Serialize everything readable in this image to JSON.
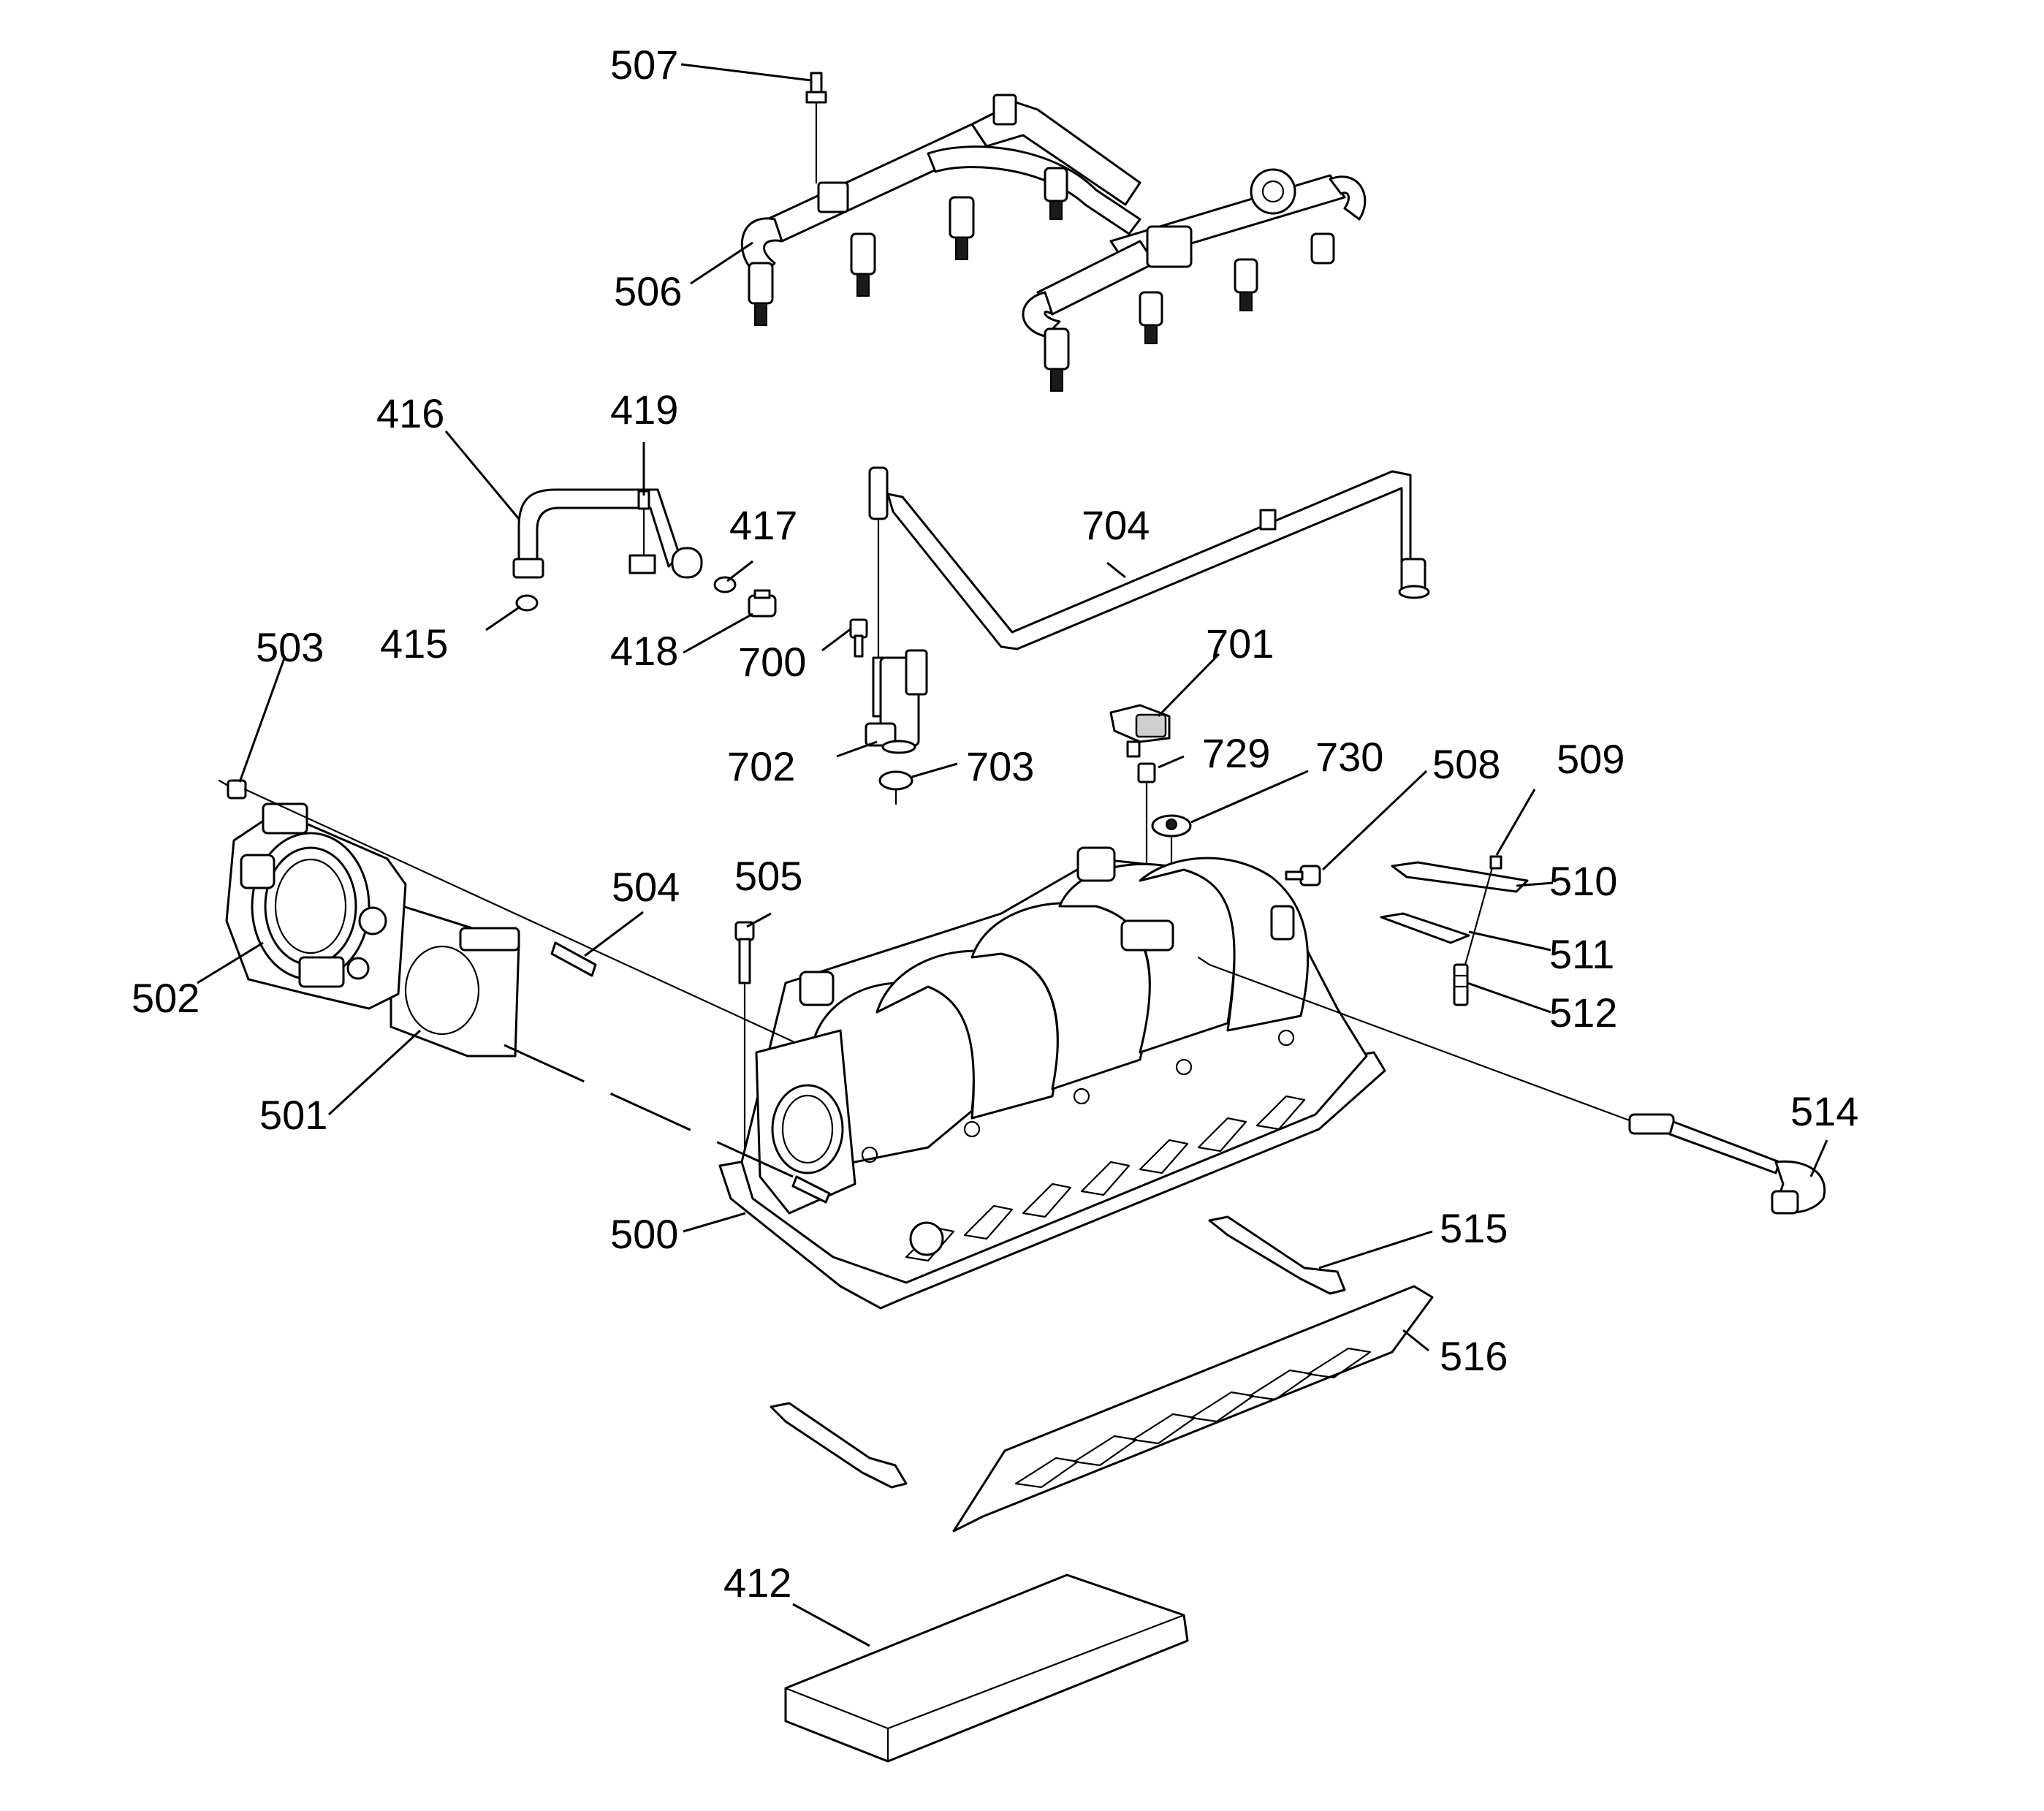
{
  "callouts": {
    "c412": "412",
    "c415": "415",
    "c416": "416",
    "c417": "417",
    "c418": "418",
    "c419": "419",
    "c500": "500",
    "c501": "501",
    "c502": "502",
    "c503": "503",
    "c504": "504",
    "c505": "505",
    "c506": "506",
    "c507": "507",
    "c508": "508",
    "c509": "509",
    "c510": "510",
    "c511": "511",
    "c512": "512",
    "c514": "514",
    "c515": "515",
    "c516": "516",
    "c700": "700",
    "c701": "701",
    "c702": "702",
    "c703": "703",
    "c704": "704",
    "c729": "729",
    "c730": "730"
  }
}
